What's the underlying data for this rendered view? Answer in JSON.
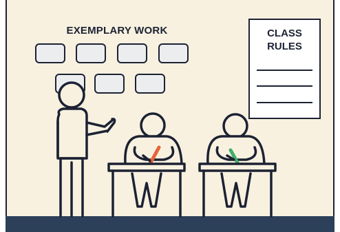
{
  "board": {
    "title": "EXEMPLARY WORK",
    "tile_count": 7
  },
  "poster": {
    "title_line1": "CLASS",
    "title_line2": "RULES",
    "rule_line_count": 3
  },
  "colors": {
    "wall": "#f8f1e0",
    "floor": "#2c4059",
    "outline": "#1c2233",
    "tile_fill": "#ecedef",
    "pencil_left": "#e8643c",
    "pencil_right": "#3fae6a"
  },
  "figures": {
    "teacher": "teacher-icon",
    "students": [
      "student-icon",
      "student-icon"
    ]
  }
}
